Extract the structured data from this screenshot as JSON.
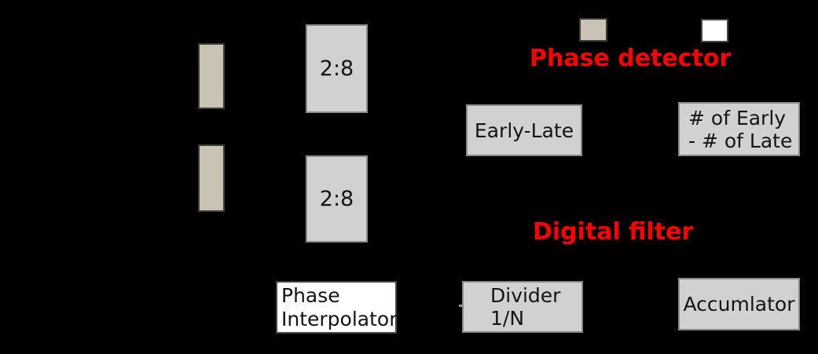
{
  "diagram": {
    "section_labels": {
      "phase_detector": "Phase detector",
      "digital_filter": "Digital filter"
    },
    "blocks": {
      "deserializer_top": {
        "label": "2:8"
      },
      "deserializer_bottom": {
        "label": "2:8"
      },
      "early_late": {
        "label": "Early-Late"
      },
      "early_late_count": {
        "line1": "# of Early",
        "line2": "- # of Late"
      },
      "phase_interpolator": {
        "line1": "Phase",
        "line2": "Interpolator"
      },
      "divider": {
        "line1": "Divider",
        "line2": "1/N"
      },
      "accumulator": {
        "label": "Accumlator"
      }
    },
    "colors": {
      "background": "#000000",
      "block_fill": "#d2d1d1",
      "block_border": "#8a8a8a",
      "tan_fill": "#c8c3b5",
      "tan_border": "#3e3c35",
      "white_fill": "#ffffff",
      "heading_red": "#fe0000",
      "text": "#141414"
    }
  }
}
